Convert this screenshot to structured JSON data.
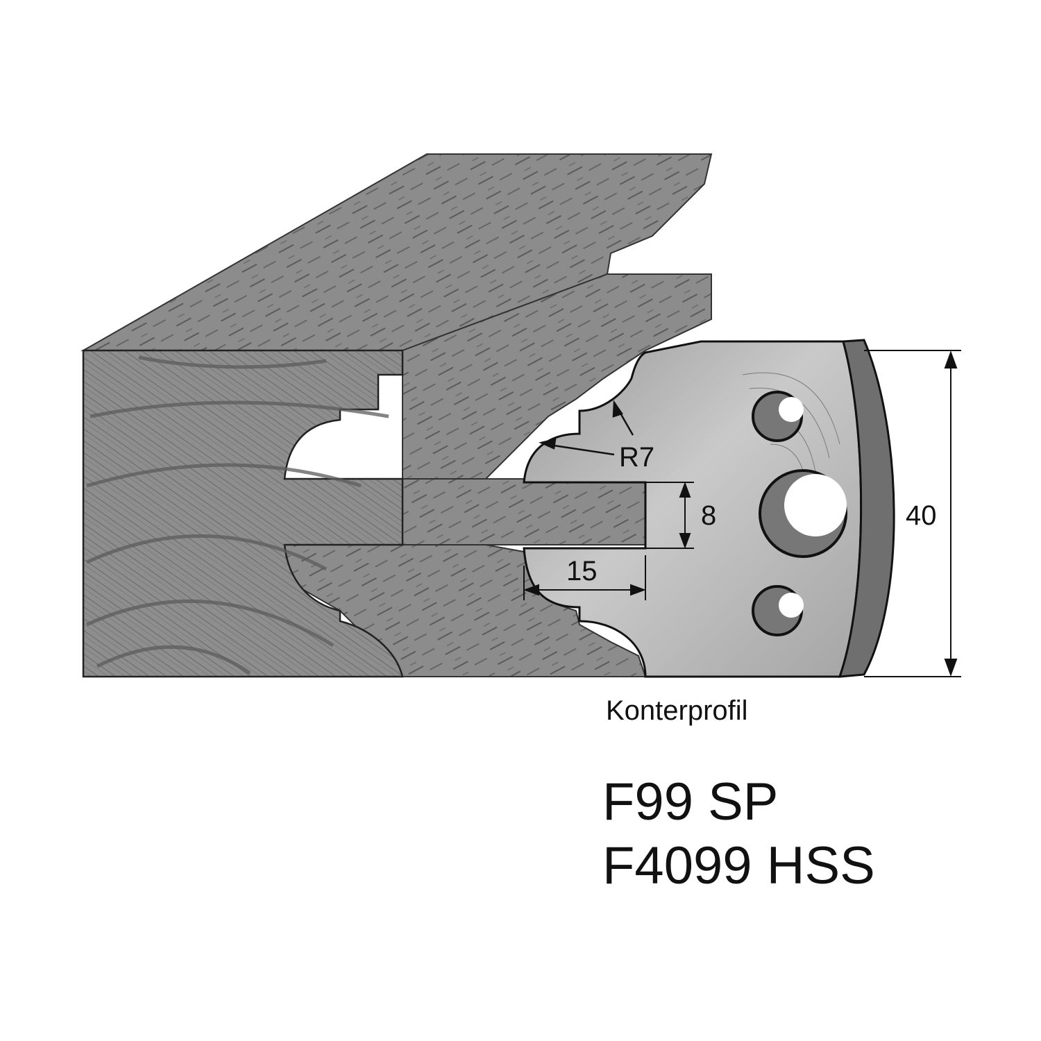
{
  "colors": {
    "wood_face": "#8a8a8a",
    "wood_dark": "#5e5e5e",
    "knife_face": "#b8b8b8",
    "knife_edge": "#6f6f6f",
    "line": "#111111"
  },
  "dimensions": {
    "radius": "R7",
    "height_slot": "8",
    "depth": "15",
    "total_height": "40"
  },
  "labels": {
    "caption": "Konterprofil",
    "code_sp": "F99 SP",
    "code_hss": "F4099 HSS"
  }
}
